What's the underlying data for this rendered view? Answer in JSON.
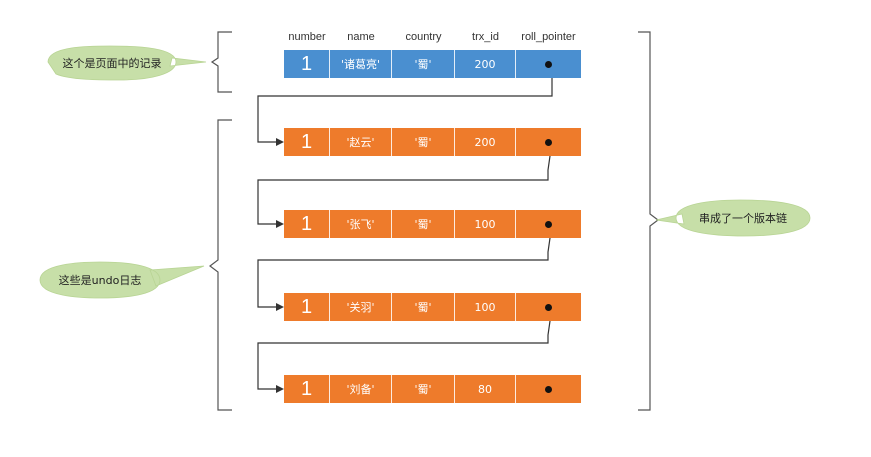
{
  "columns": [
    "number",
    "name",
    "country",
    "trx_id",
    "roll_pointer"
  ],
  "page_record": {
    "number": "1",
    "name": "'诸葛亮'",
    "country": "'蜀'",
    "trx_id": "200"
  },
  "undo_records": [
    {
      "number": "1",
      "name": "'赵云'",
      "country": "'蜀'",
      "trx_id": "200"
    },
    {
      "number": "1",
      "name": "'张飞'",
      "country": "'蜀'",
      "trx_id": "100"
    },
    {
      "number": "1",
      "name": "'关羽'",
      "country": "'蜀'",
      "trx_id": "100"
    },
    {
      "number": "1",
      "name": "'刘备'",
      "country": "'蜀'",
      "trx_id": "80"
    }
  ],
  "callouts": {
    "page_record": "这个是页面中的记录",
    "undo_log": "这些是undo日志",
    "version_chain": "串成了一个版本链"
  },
  "colors": {
    "page_record_fill": "#4a8fd0",
    "undo_record_fill": "#ee7b2b",
    "callout_fill": "#c7dfa8",
    "line": "#333333"
  }
}
